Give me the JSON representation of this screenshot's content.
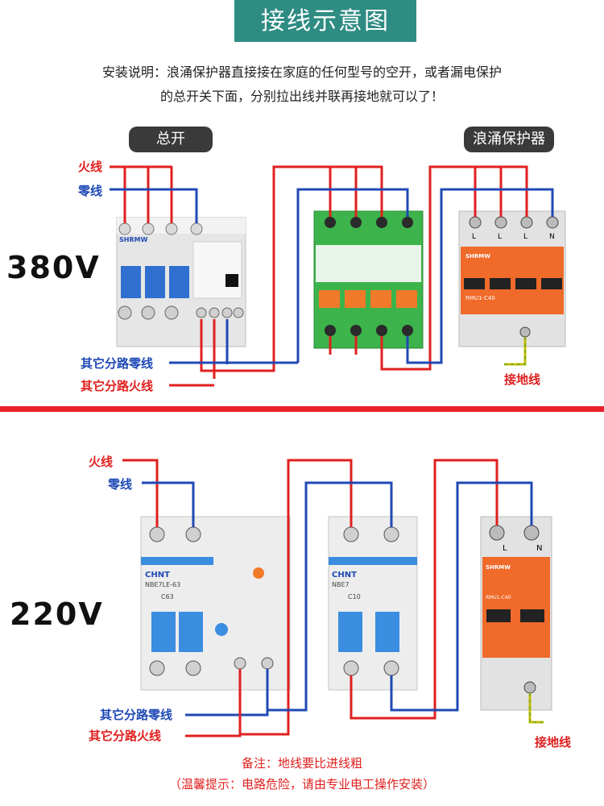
{
  "title": "接线示意图",
  "description": {
    "line1": "安装说明：浪涌保护器直接接在家庭的任何型号的空开，或者漏电保护",
    "line2": "的总开关下面，分别拉出线并联再接地就可以了！"
  },
  "top_section": {
    "voltage": "380V",
    "main_switch_label": "总开",
    "surge_label": "浪涌保护器",
    "live_wire": "火线",
    "neutral_wire": "零线",
    "other_neutral": "其它分路零线",
    "other_live": "其它分路火线",
    "ground": "接地线",
    "brand": "SHRMW",
    "spd_terminals": [
      "L",
      "L",
      "L",
      "N"
    ],
    "spd_model": "RMU1-C40"
  },
  "bottom_section": {
    "voltage": "220V",
    "live_wire": "火线",
    "neutral_wire": "零线",
    "other_neutral": "其它分路零线",
    "other_live": "其它分路火线",
    "ground": "接地线",
    "rcbo_brand": "CHNT",
    "rcbo_model": "NBE7LE-63",
    "rcbo_rating": "C63",
    "mcb_brand": "CHNT",
    "mcb_model": "NBE7",
    "mcb_rating": "C10",
    "spd_brand": "SHRMW",
    "spd_terminals": [
      "L",
      "N"
    ],
    "spd_model": "RMU1-C40"
  },
  "notes": {
    "remark": "备注：地线要比进线粗",
    "warning": "（温馨提示：电路危险，请由专业电工操作安装）"
  },
  "colors": {
    "banner": "#2e8c83",
    "live": "#e0201f",
    "neutral": "#1f49b5",
    "ground_yellow": "#c8c000",
    "ground_green": "#3c9a3c",
    "breaker_green": "#3cb44b",
    "spd_orange": "#f06a2a",
    "handle_blue": "#3b8de0",
    "divider": "#e8202a"
  }
}
